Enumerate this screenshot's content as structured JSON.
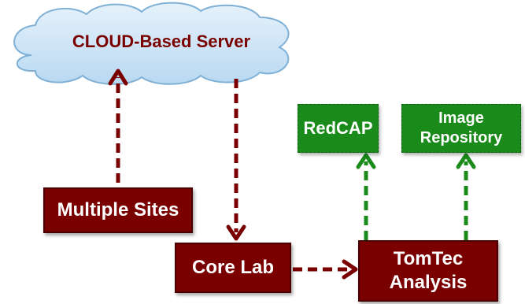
{
  "cloud": {
    "label": "CLOUD-Based Server"
  },
  "nodes": {
    "multiple_sites": "Multiple Sites",
    "core_lab": "Core Lab",
    "tomtec": "TomTec\nAnalysis",
    "redcap": "RedCAP",
    "image_repo": "Image\nRepository"
  },
  "colors": {
    "dark_red": "#7a0000",
    "green": "#1a8a1a",
    "cloud_fill": "#cfe6f7",
    "cloud_stroke": "#7fb0d6"
  }
}
